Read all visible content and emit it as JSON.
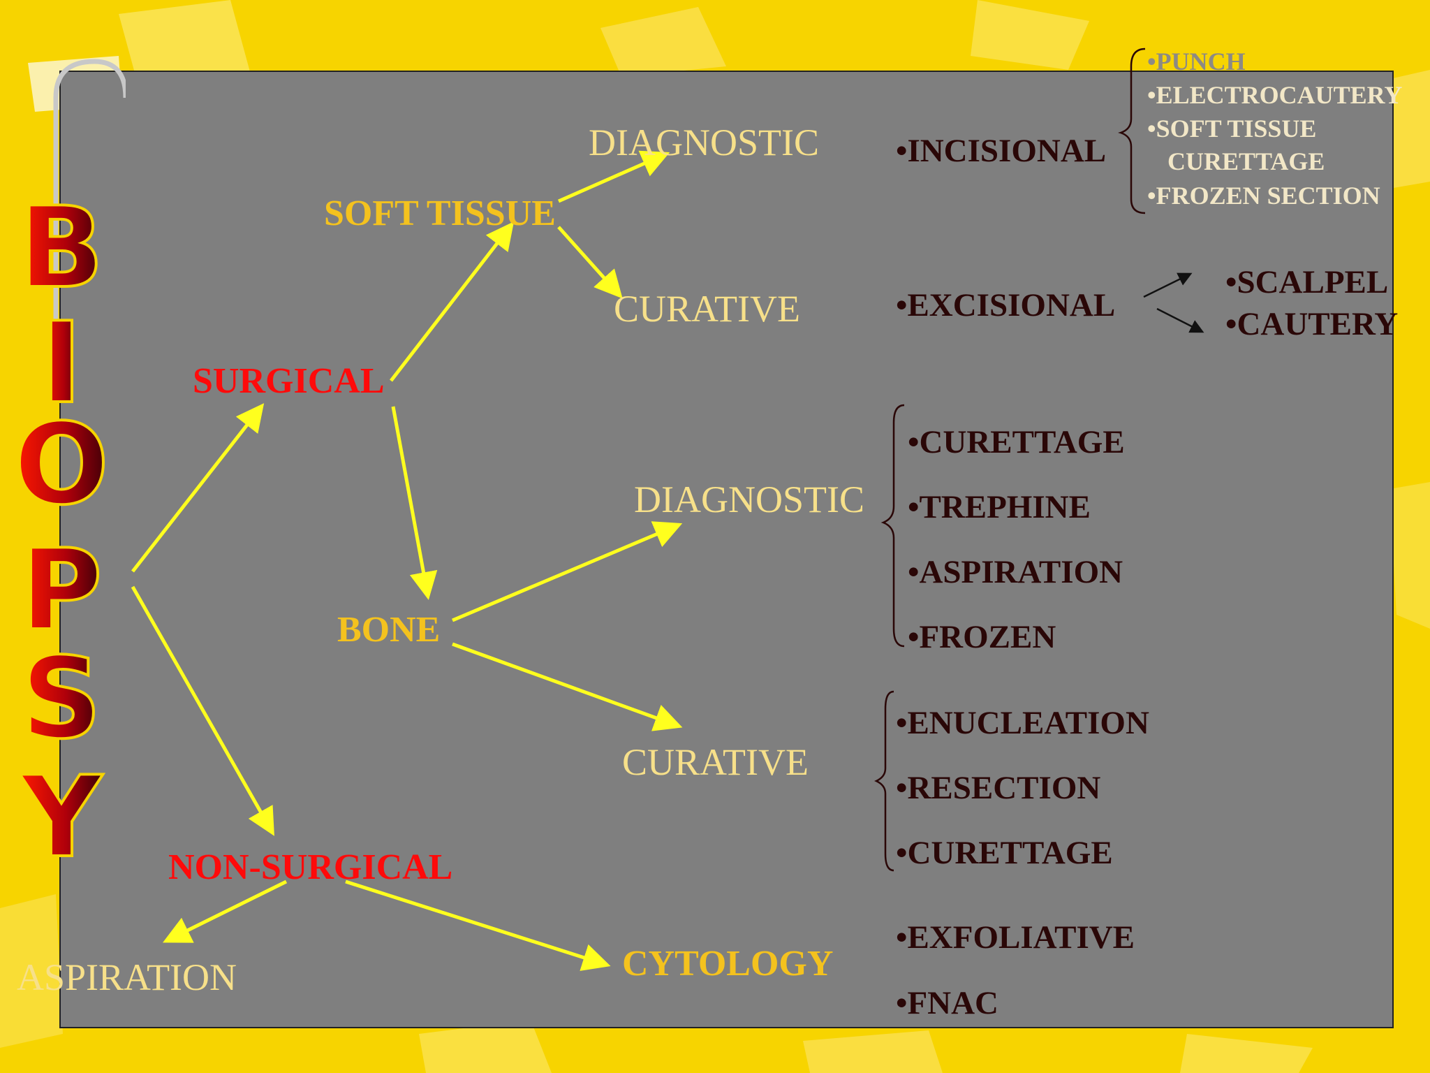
{
  "title_letters": [
    "B",
    "I",
    "O",
    "P",
    "S",
    "Y"
  ],
  "colors": {
    "background": "#f7d400",
    "panel": "#7f7f7f",
    "arrow": "#ffff1e",
    "red_label": "#ff0a0a",
    "gold_label": "#f4c21e",
    "cream_label": "#f7e08a",
    "item_text": "#2a0707"
  },
  "nodes": {
    "surgical": "SURGICAL",
    "non_surgical": "NON-SURGICAL",
    "soft_tissue": "SOFT TISSUE",
    "bone": "BONE",
    "soft_diagnostic": "DIAGNOSTIC",
    "soft_curative": "CURATIVE",
    "bone_diagnostic": "DIAGNOSTIC",
    "bone_curative": "CURATIVE",
    "aspiration": "ASPIRATION",
    "cytology": "CYTOLOGY"
  },
  "soft_diagnostic_method": "•INCISIONAL",
  "incisional_items": [
    "•PUNCH",
    "•ELECTROCAUTERY",
    "•SOFT TISSUE",
    "CURETTAGE",
    "•FROZEN SECTION"
  ],
  "soft_curative_method": "•EXCISIONAL",
  "excisional_items": [
    "•SCALPEL",
    "•CAUTERY"
  ],
  "bone_diagnostic_items": [
    "•CURETTAGE",
    "•TREPHINE",
    "•ASPIRATION",
    "•FROZEN"
  ],
  "bone_curative_items": [
    "•ENUCLEATION",
    "•RESECTION",
    "•CURETTAGE"
  ],
  "cytology_items": [
    "•EXFOLIATIVE",
    "•FNAC"
  ]
}
